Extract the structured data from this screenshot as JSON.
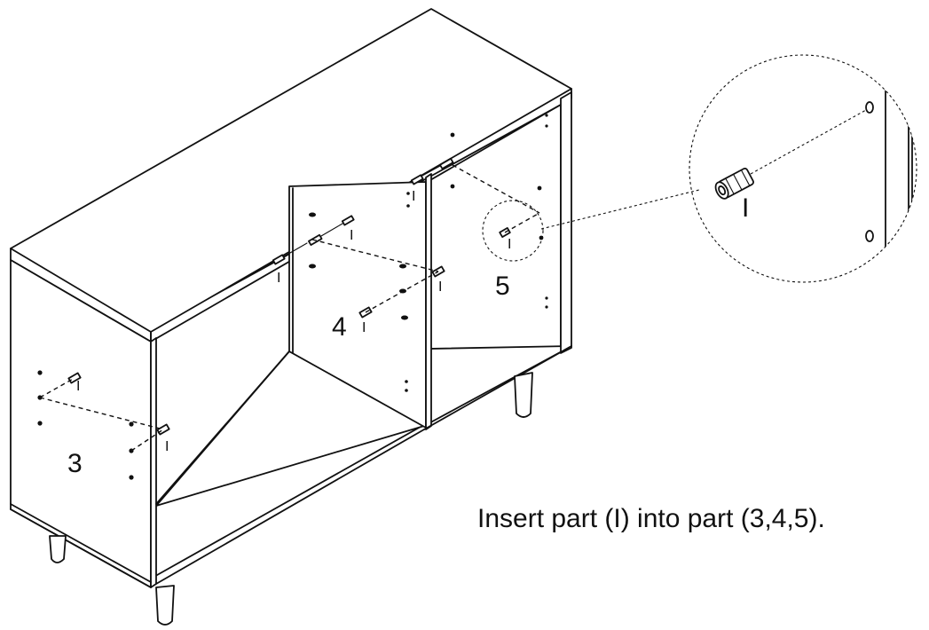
{
  "labels": {
    "panel_3": "3",
    "panel_4": "4",
    "panel_5": "5",
    "dowel": "I",
    "zoom_dowel": "I"
  },
  "instruction": "Insert part (I) into part (3,4,5)."
}
